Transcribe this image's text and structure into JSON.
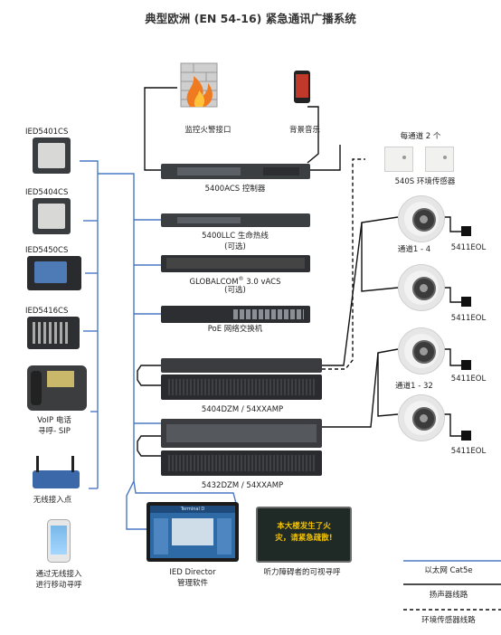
{
  "title": "典型欧洲 (EN 54-16) 紧急通讯广播系统",
  "top": {
    "fire_alarm": "监控火警接口",
    "bg_music": "背景音乐"
  },
  "mics": [
    {
      "id": "IED5401CS"
    },
    {
      "id": "IED5404CS"
    },
    {
      "id": "IED5450CS"
    },
    {
      "id": "IED5416CS"
    }
  ],
  "left_devices": {
    "voip_line1": "VoIP 电话",
    "voip_line2": "寻呼- SIP",
    "ap": "无线接入点",
    "mobile_line1": "通过无线接入",
    "mobile_line2": "进行移动寻呼"
  },
  "rack": {
    "acs": "5400ACS 控制器",
    "llc_line1": "5400LLC 生命热线",
    "llc_line2": "(可选)",
    "globalcom_line1": "GLOBALCOM",
    "globalcom_sup": "®",
    "globalcom_rest": " 3.0 vACS",
    "globalcom_line2": "(可选)",
    "poe": "PoE 网络交换机",
    "dzm4": "5404DZM / 54XXAMP",
    "dzm32": "5432DZM / 54XXAMP"
  },
  "director": {
    "screen_text": "Terminal D",
    "line1": "IED Director",
    "line2": "管理软件"
  },
  "sign": {
    "line1": "本大楼发生了火",
    "line2": "灾，请紧急疏散!",
    "caption": "听力障碍者的可视寻呼"
  },
  "right": {
    "sensor_top": "每通道 2 个",
    "sensor_label": "540S 环境传感器",
    "ch_1_4": "通道1 - 4",
    "ch_1_32": "通道1 - 32",
    "eol": "5411EOL"
  },
  "legend": {
    "ethernet": "以太网 Cat5e",
    "speaker": "扬声器线路",
    "sensor": "环境传感器线路"
  },
  "colors": {
    "ethernet": "#4a78c4",
    "speaker": "#111111",
    "sensor": "#111111",
    "sign_bg": "#1f2a27",
    "sign_text": "#f2c200"
  }
}
